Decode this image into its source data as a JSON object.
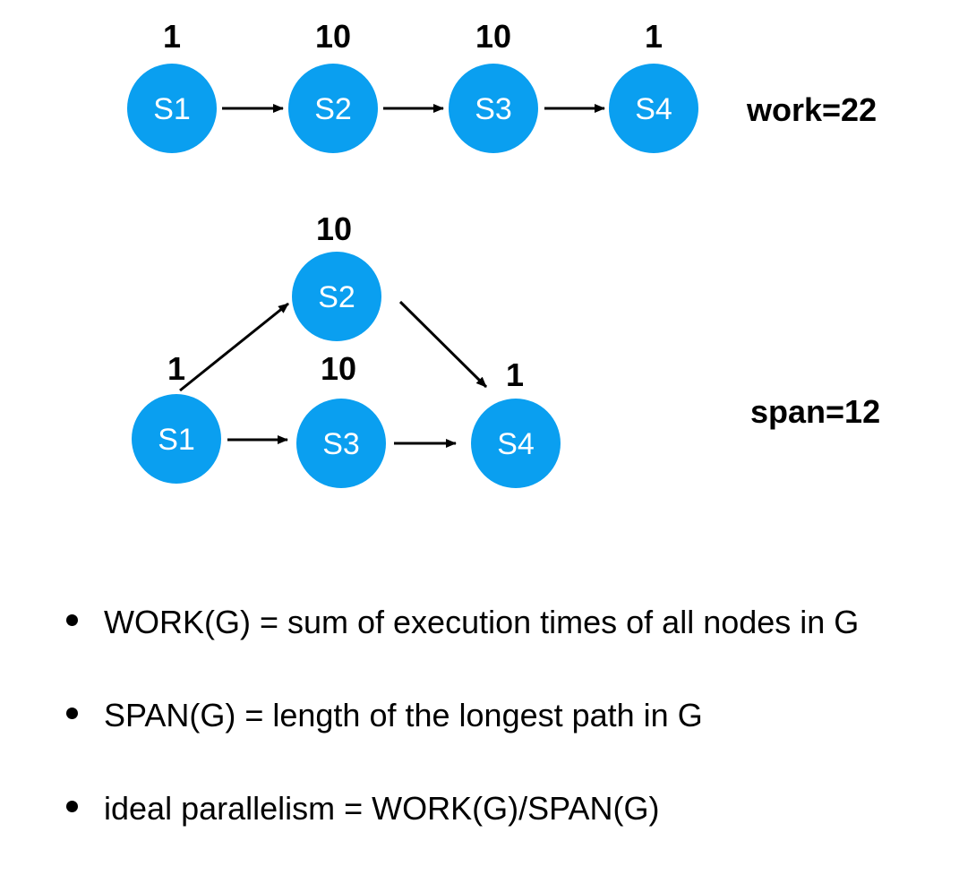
{
  "colors": {
    "node": "#0a9ff0",
    "node_text": "#ffffff",
    "text": "#000000"
  },
  "sequential_graph": {
    "nodes": [
      {
        "label": "S1",
        "cost": "1"
      },
      {
        "label": "S2",
        "cost": "10"
      },
      {
        "label": "S3",
        "cost": "10"
      },
      {
        "label": "S4",
        "cost": "1"
      }
    ],
    "edges": [
      [
        "S1",
        "S2"
      ],
      [
        "S2",
        "S3"
      ],
      [
        "S3",
        "S4"
      ]
    ],
    "metric": "work=22"
  },
  "parallel_graph": {
    "nodes": [
      {
        "label": "S1",
        "cost": "1"
      },
      {
        "label": "S2",
        "cost": "10"
      },
      {
        "label": "S3",
        "cost": "10"
      },
      {
        "label": "S4",
        "cost": "1"
      }
    ],
    "edges": [
      [
        "S1",
        "S2"
      ],
      [
        "S2",
        "S4"
      ],
      [
        "S1",
        "S3"
      ],
      [
        "S3",
        "S4"
      ]
    ],
    "metric": "span=12"
  },
  "bullets": [
    "WORK(G) = sum of execution times of all nodes in G",
    "SPAN(G) = length of the longest path in G",
    "ideal parallelism = WORK(G)/SPAN(G)"
  ]
}
